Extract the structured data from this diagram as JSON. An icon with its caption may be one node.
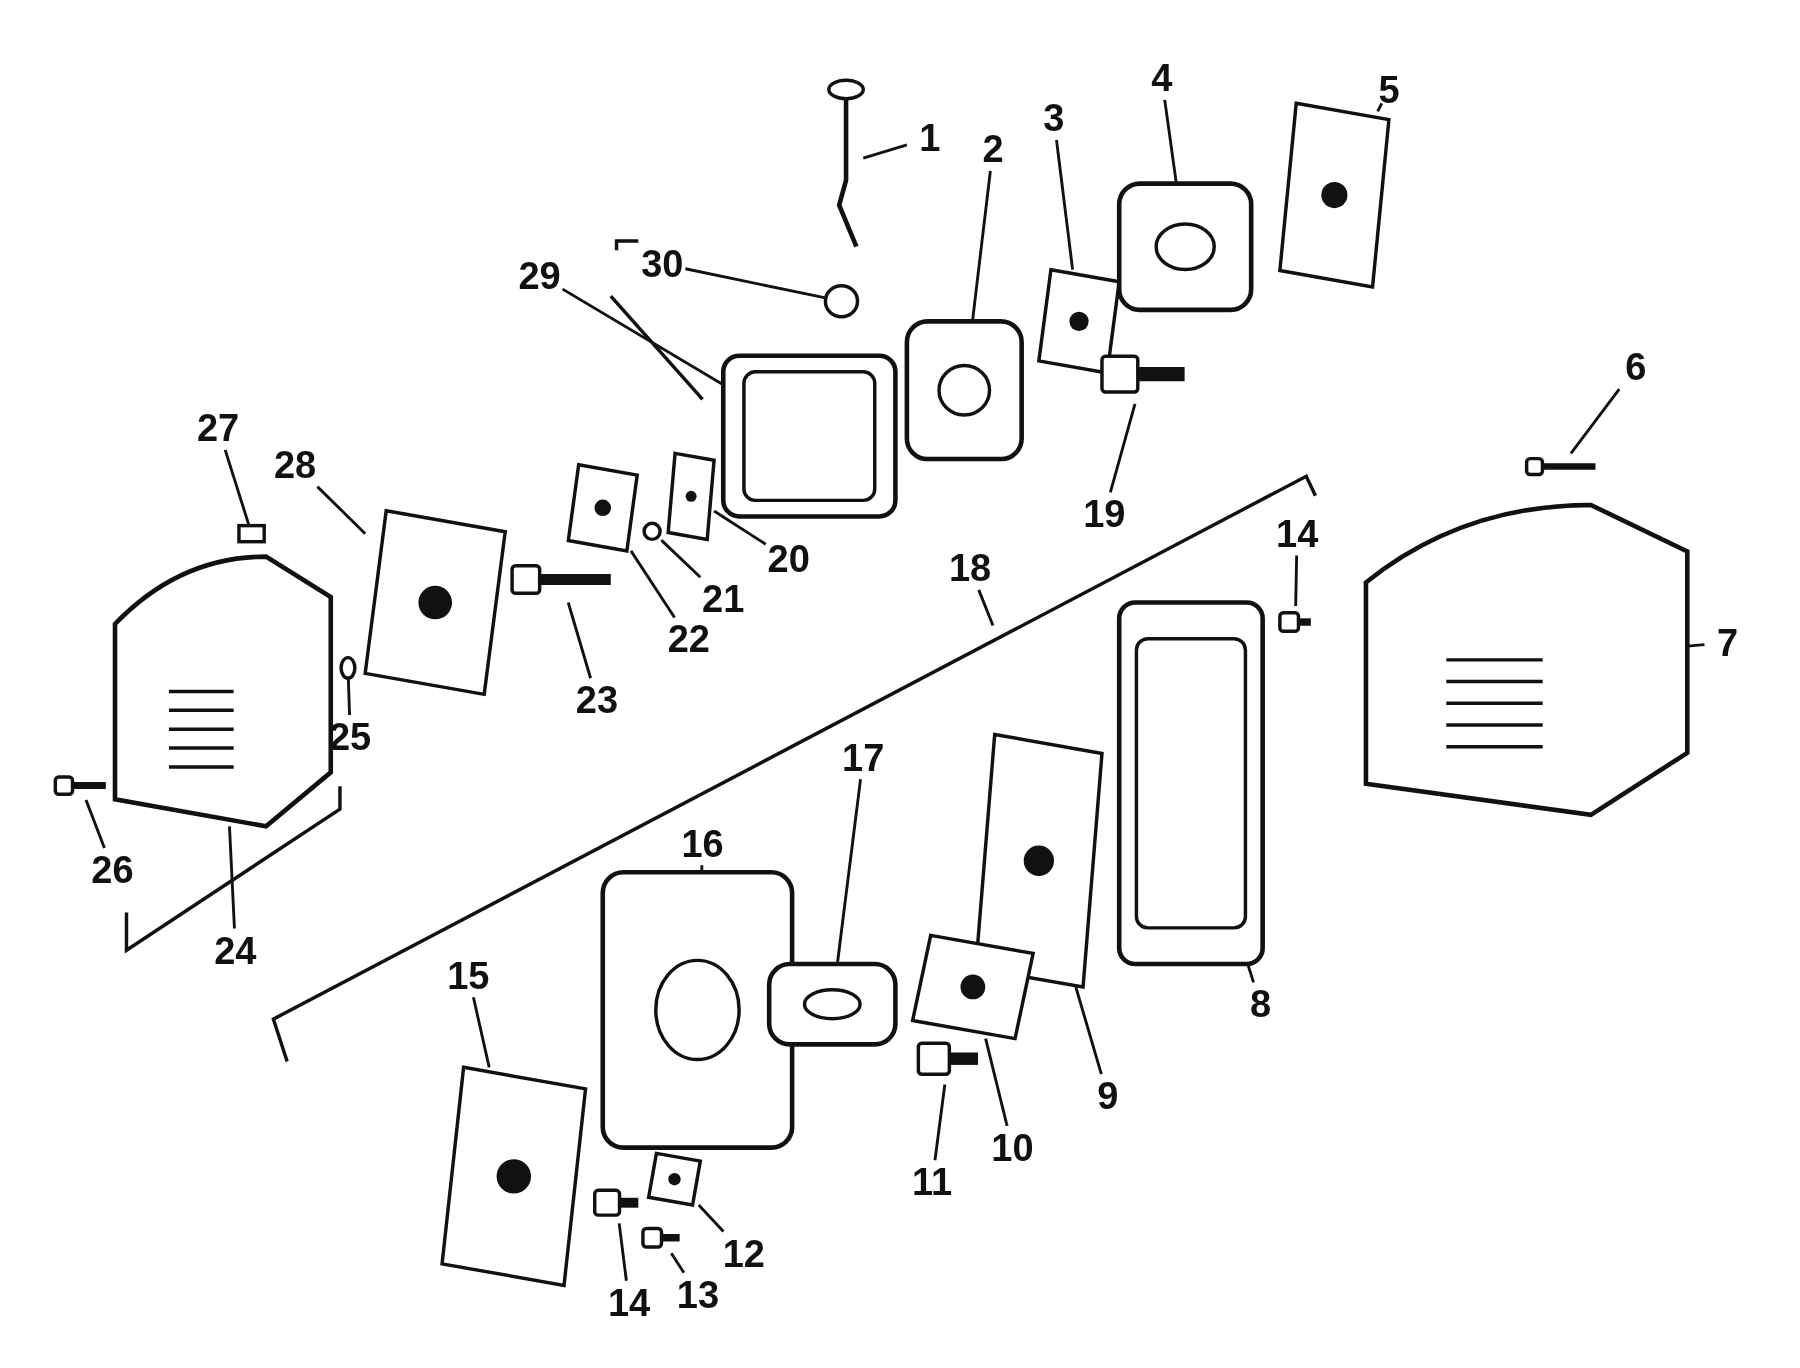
{
  "diagram": {
    "nodes": [
      {
        "text": [
          "1"
        ]
      },
      {
        "text": [
          "2"
        ]
      },
      {
        "text": [
          "3"
        ]
      },
      {
        "text": [
          "4"
        ]
      },
      {
        "text": [
          "5"
        ]
      },
      {
        "text": [
          "6"
        ]
      },
      {
        "text": [
          "7"
        ]
      },
      {
        "text": [
          "8"
        ]
      },
      {
        "text": [
          "9"
        ]
      },
      {
        "text": [
          "10"
        ]
      },
      {
        "text": [
          "11"
        ]
      },
      {
        "text": [
          "12"
        ]
      },
      {
        "text": [
          "13"
        ]
      },
      {
        "text": [
          "14"
        ]
      },
      {
        "text": [
          "14"
        ]
      },
      {
        "text": [
          "15"
        ]
      },
      {
        "text": [
          "16"
        ]
      },
      {
        "text": [
          "17"
        ]
      },
      {
        "text": [
          "18"
        ]
      },
      {
        "text": [
          "19"
        ]
      },
      {
        "text": [
          "20"
        ]
      },
      {
        "text": [
          "21"
        ]
      },
      {
        "text": [
          "22"
        ]
      },
      {
        "text": [
          "23"
        ]
      },
      {
        "text": [
          "24"
        ]
      },
      {
        "text": [
          "25"
        ]
      },
      {
        "text": [
          "26"
        ]
      },
      {
        "text": [
          "27"
        ]
      },
      {
        "text": [
          "28"
        ]
      },
      {
        "text": [
          "29"
        ]
      },
      {
        "text": [
          "30"
        ]
      },
      {
        "text": [],
        "shape": "picture"
      },
      {
        "text": [],
        "shape": "picture"
      },
      {
        "text": [],
        "shape": "picture"
      },
      {
        "text": [],
        "shape": "picture"
      },
      {
        "text": [],
        "shape": "picture"
      },
      {
        "text": [],
        "shape": "picture"
      },
      {
        "text": [],
        "shape": "picture"
      },
      {
        "text": [],
        "shape": "picture"
      },
      {
        "text": [],
        "shape": "picture"
      },
      {
        "text": [],
        "shape": "picture"
      },
      {
        "text": [],
        "shape": "picture"
      },
      {
        "text": [],
        "shape": "picture"
      },
      {
        "text": [],
        "shape": "picture"
      },
      {
        "text": [],
        "shape": "picture"
      },
      {
        "text": [],
        "shape": "picture"
      },
      {
        "text": [],
        "shape": "picture"
      },
      {
        "text": [],
        "shape": "picture"
      },
      {
        "text": [],
        "shape": "picture"
      },
      {
        "text": [],
        "shape": "picture"
      },
      {
        "text": [],
        "shape": "picture"
      },
      {
        "text": [],
        "shape": "circle"
      },
      {
        "text": [],
        "shape": "picture"
      },
      {
        "text": [],
        "shape": "picture"
      },
      {
        "text": [],
        "shape": "picture"
      },
      {
        "text": [],
        "shape": "circle"
      },
      {
        "text": [],
        "shape": "picture"
      },
      {
        "text": [],
        "shape": "box"
      },
      {
        "text": [],
        "shape": "picture"
      },
      {
        "text": [],
        "shape": "picture"
      },
      {
        "text": [],
        "shape": "circle"
      }
    ],
    "edges": [
      {
        "from": 0,
        "to": 31,
        "arrow": "none"
      },
      {
        "from": 1,
        "to": 32,
        "arrow": "none"
      },
      {
        "from": 2,
        "to": 33,
        "arrow": "none"
      },
      {
        "from": 3,
        "to": 34,
        "arrow": "none"
      },
      {
        "from": 4,
        "to": 35,
        "arrow": "none"
      },
      {
        "from": 5,
        "to": 36,
        "arrow": "none"
      },
      {
        "from": 6,
        "to": 37,
        "arrow": "none"
      },
      {
        "from": 7,
        "to": 38,
        "arrow": "none"
      },
      {
        "from": 8,
        "to": 39,
        "arrow": "none"
      },
      {
        "from": 9,
        "to": 40,
        "arrow": "none"
      },
      {
        "from": 10,
        "to": 41,
        "arrow": "none"
      },
      {
        "from": 11,
        "to": 42,
        "arrow": "none"
      },
      {
        "from": 12,
        "to": 43,
        "arrow": "none"
      },
      {
        "from": 13,
        "to": 44,
        "arrow": "none"
      },
      {
        "from": 14,
        "to": 45,
        "arrow": "none"
      },
      {
        "from": 15,
        "to": 46,
        "arrow": "none"
      },
      {
        "from": 16,
        "to": 47,
        "arrow": "none"
      },
      {
        "from": 17,
        "to": 48,
        "arrow": "none"
      },
      {
        "from": 18,
        "to": null,
        "arrow": "none"
      },
      {
        "from": 19,
        "to": 49,
        "arrow": "none"
      },
      {
        "from": 20,
        "to": 50,
        "arrow": "none"
      },
      {
        "from": 21,
        "to": 51,
        "arrow": "none"
      },
      {
        "from": 22,
        "to": 52,
        "arrow": "none"
      },
      {
        "from": 23,
        "to": 53,
        "arrow": "none"
      },
      {
        "from": 24,
        "to": 54,
        "arrow": "none"
      },
      {
        "from": 25,
        "to": 55,
        "arrow": "none"
      },
      {
        "from": 26,
        "to": 56,
        "arrow": "none"
      },
      {
        "from": 27,
        "to": 57,
        "arrow": "none"
      },
      {
        "from": 28,
        "to": 58,
        "arrow": "none"
      },
      {
        "from": 29,
        "to": 59,
        "arrow": "none"
      },
      {
        "from": 30,
        "to": 60,
        "arrow": "none"
      }
    ]
  }
}
